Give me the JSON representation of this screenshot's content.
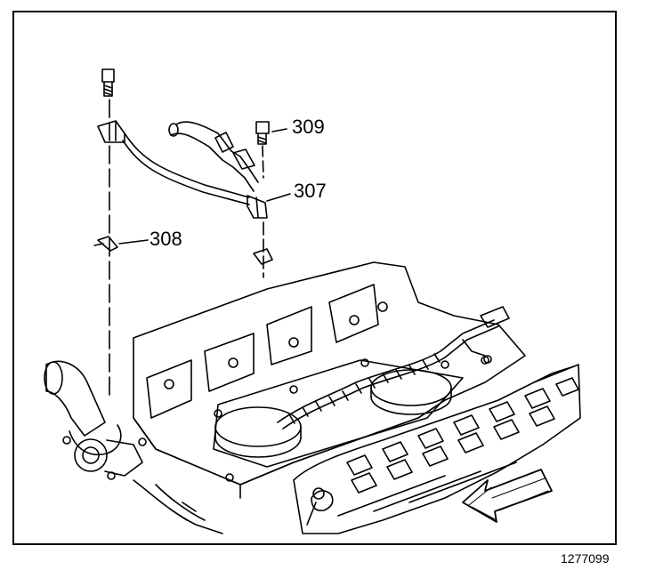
{
  "callouts": {
    "c309": "309",
    "c307": "307",
    "c308": "308"
  },
  "figure_id": "1277099",
  "colors": {
    "line": "#000000",
    "background": "#ffffff"
  },
  "icons": [
    "bolt",
    "clip",
    "wire-harness",
    "direction-arrow"
  ]
}
